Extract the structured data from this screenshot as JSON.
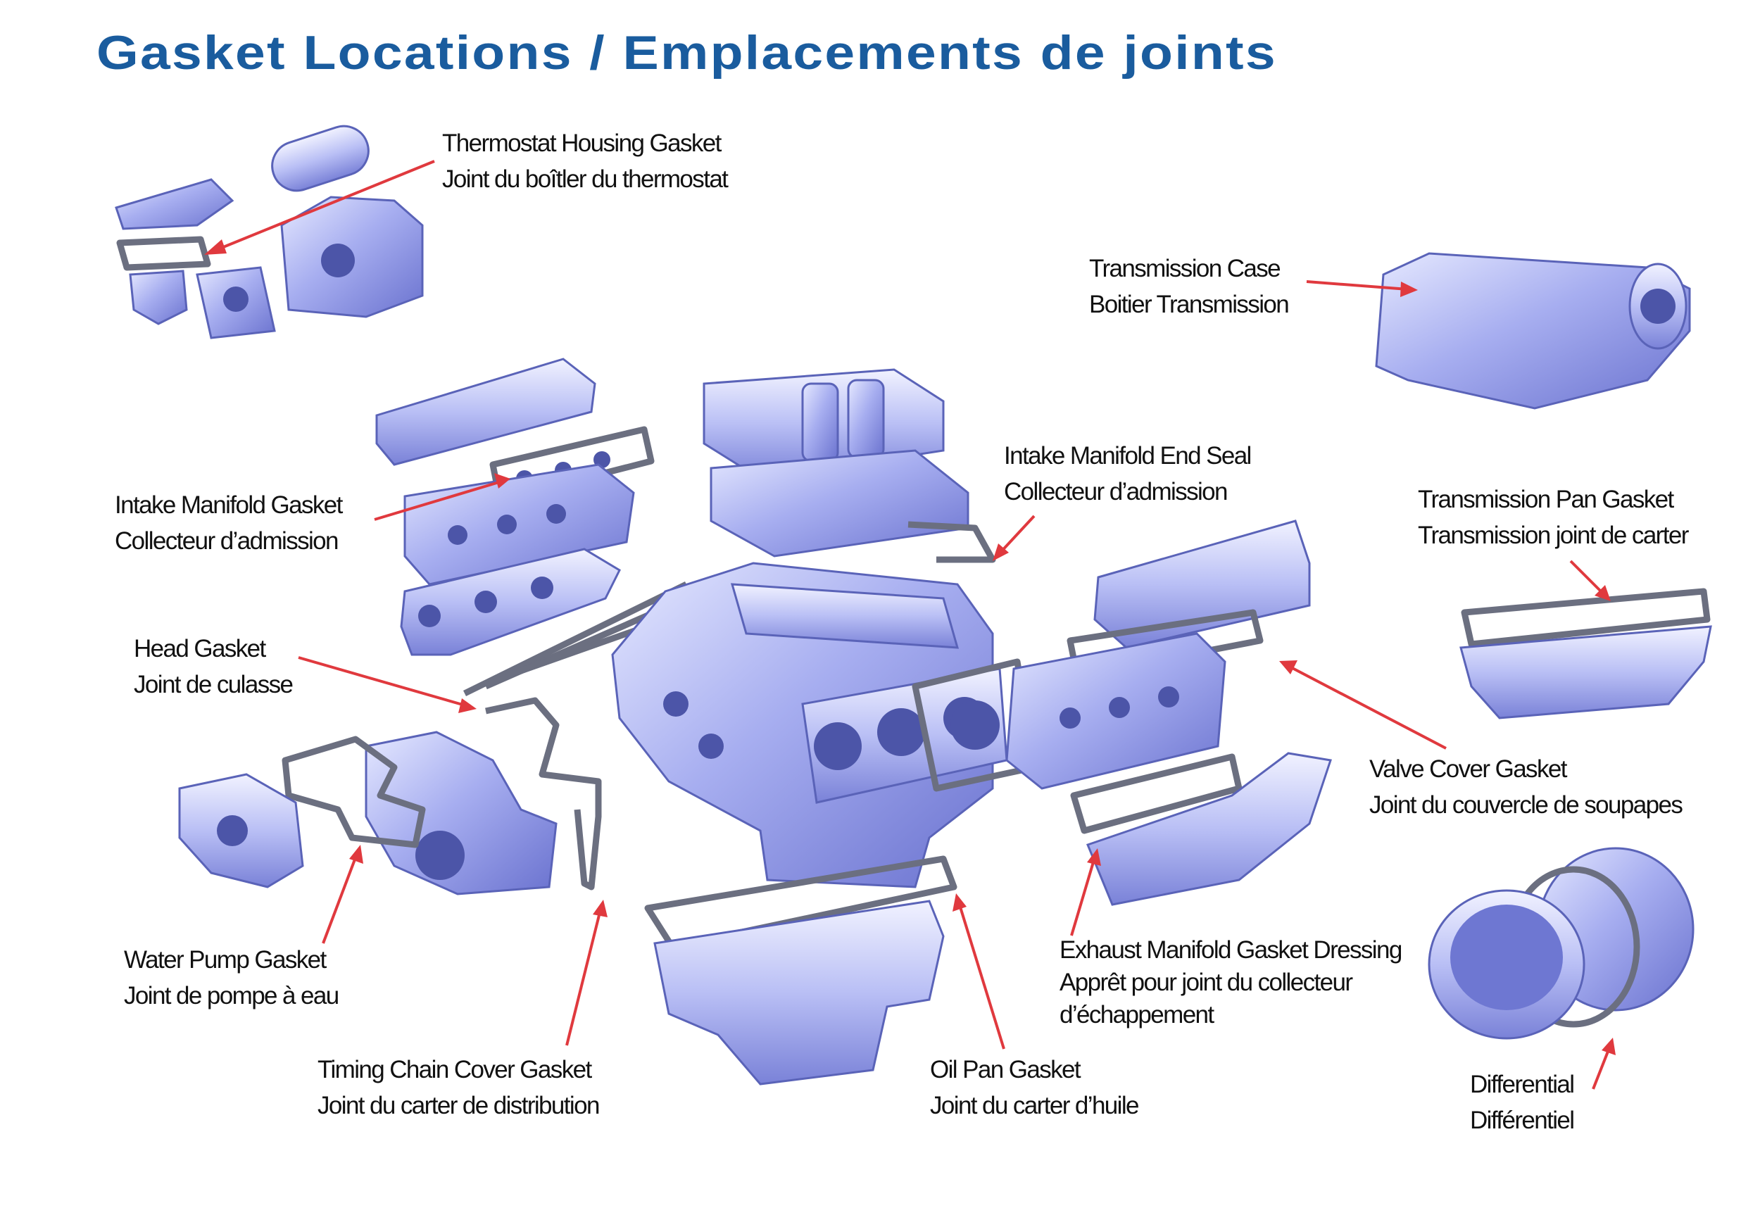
{
  "title": "Gasket Locations / Emplacements de joints",
  "colors": {
    "title": "#1a5c9e",
    "arrow": "#e0393e",
    "part": "#8d95e6"
  },
  "labels": {
    "thermostat": {
      "en": "Thermostat Housing Gasket",
      "fr": "Joint du boîtler du thermostat"
    },
    "transmission_case": {
      "en": "Transmission Case",
      "fr": "Boitier Transmission"
    },
    "intake_end_seal": {
      "en": "Intake Manifold End Seal",
      "fr": "Collecteur d’admission"
    },
    "intake_gasket": {
      "en": "Intake Manifold Gasket",
      "fr": "Collecteur d’admission"
    },
    "transmission_pan": {
      "en": "Transmission Pan Gasket",
      "fr": "Transmission joint de carter"
    },
    "head_gasket": {
      "en": "Head Gasket",
      "fr": "Joint de culasse"
    },
    "valve_cover": {
      "en": "Valve Cover Gasket",
      "fr": "Joint du couvercle de soupapes"
    },
    "water_pump": {
      "en": "Water Pump Gasket",
      "fr": "Joint de pompe à eau"
    },
    "exhaust": {
      "en": "Exhaust Manifold Gasket Dressing",
      "fr": "Apprêt pour joint du collecteur",
      "fr2": "d’échappement"
    },
    "timing_chain": {
      "en": "Timing Chain Cover Gasket",
      "fr": "Joint du carter de distribution"
    },
    "oil_pan": {
      "en": "Oil Pan Gasket",
      "fr": "Joint du carter d’huile"
    },
    "differential": {
      "en": "Differential",
      "fr": "Différentiel"
    }
  }
}
